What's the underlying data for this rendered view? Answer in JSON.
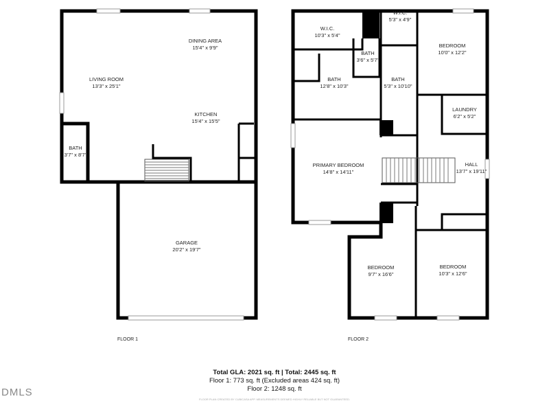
{
  "floor1": {
    "label": "FLOOR 1",
    "rooms": [
      {
        "name": "LIVING ROOM",
        "dim": "13'3\" x 25'1\""
      },
      {
        "name": "DINING AREA",
        "dim": "15'4\" x 9'9\""
      },
      {
        "name": "KITCHEN",
        "dim": "15'4\" x 15'5\""
      },
      {
        "name": "BATH",
        "dim": "3'7\" x 8'7\""
      },
      {
        "name": "GARAGE",
        "dim": "20'2\" x 19'7\""
      }
    ]
  },
  "floor2": {
    "label": "FLOOR 2",
    "rooms": [
      {
        "name": "W.I.C.",
        "dim": "10'3\" x 5'4\""
      },
      {
        "name": "W.I.C.",
        "dim": "5'3\" x 4'9\""
      },
      {
        "name": "BEDROOM",
        "dim": "10'0\" x 12'2\""
      },
      {
        "name": "BATH",
        "dim": "3'6\" x 5'7\""
      },
      {
        "name": "BATH",
        "dim": "12'8\" x 10'3\""
      },
      {
        "name": "BATH",
        "dim": "5'3\" x 10'10\""
      },
      {
        "name": "LAUNDRY",
        "dim": "6'2\" x 5'2\""
      },
      {
        "name": "PRIMARY BEDROOM",
        "dim": "14'8\" x 14'11\""
      },
      {
        "name": "HALL",
        "dim": "13'7\" x 19'11\""
      },
      {
        "name": "BEDROOM",
        "dim": "9'7\" x 16'6\""
      },
      {
        "name": "BEDROOM",
        "dim": "10'3\" x 12'6\""
      }
    ]
  },
  "summary": {
    "total": "Total GLA: 2021 sq. ft | Total: 2445 sq. ft",
    "floor1": "Floor 1: 773 sq. ft (Excluded areas 424 sq. ft)",
    "floor2": "Floor 2: 1248 sq. ft"
  },
  "disclaimer": "FLOOR PLAN CREATED BY CUBICASA APP. MEASUREMENTS DEEMED HIGHLY RELIABLE BUT NOT GUARANTEED.",
  "logo": "DMLS"
}
